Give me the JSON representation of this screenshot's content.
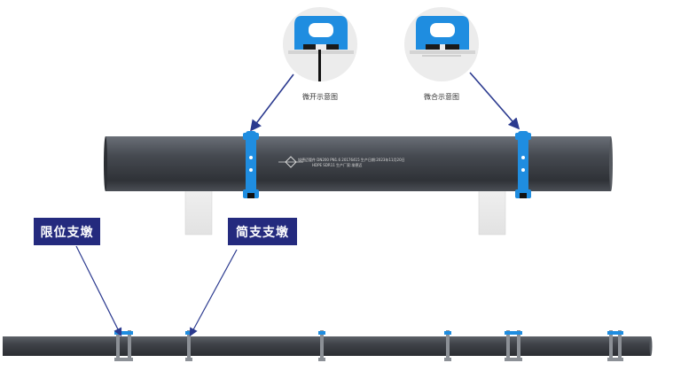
{
  "colors": {
    "pipe_dark": "#3a3d42",
    "pipe_light": "#5b6068",
    "clamp_blue": "#1f8de0",
    "label_bg": "#242a7e",
    "arrow": "#2b3a8f",
    "support_block": "#e9e9e9"
  },
  "callouts": {
    "left_caption": "微开示意图",
    "right_caption": "微合示意图"
  },
  "labels": {
    "limit_support": "限位支墩",
    "simple_support": "简支支墩"
  },
  "pipe_print": {
    "line1": "埃德迈管件  DN200  PN1.6  20176415  生产日期:2023年11月20日",
    "line2": "HDPE  SDR11  生产厂家:埃德迈"
  },
  "icons": [
    "clamp-detail-icon",
    "pipe-logo-icon",
    "support-block-icon"
  ]
}
